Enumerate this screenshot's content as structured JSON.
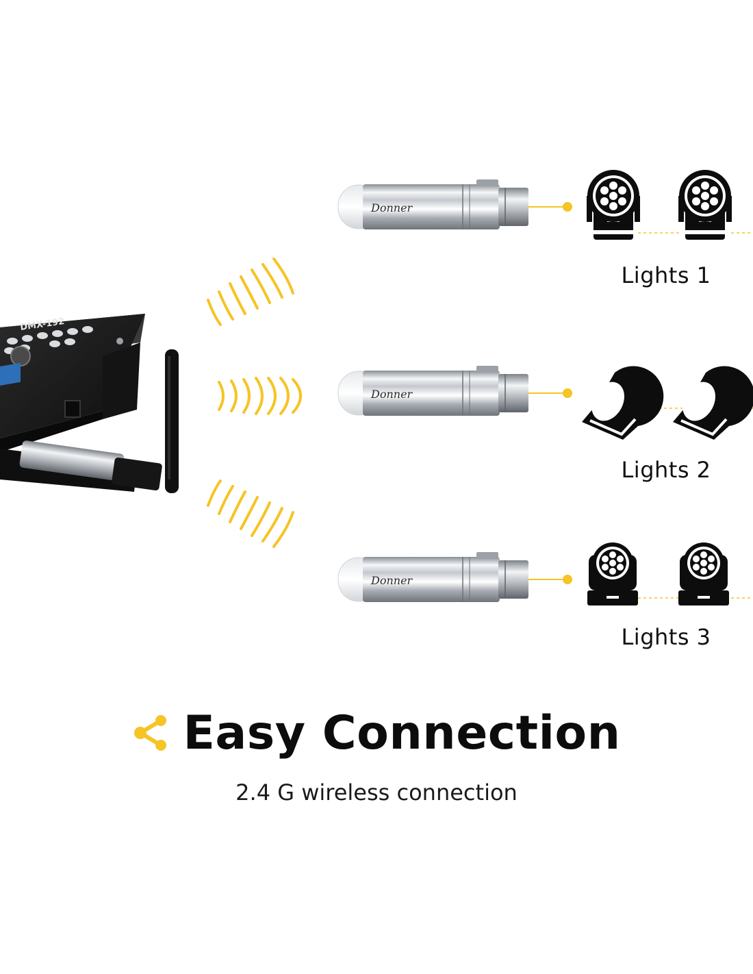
{
  "colors": {
    "accent": "#f5c425",
    "icon": "#0d0d0d",
    "chrome": "#bfc3c8",
    "console": "#1c1c1c",
    "console_screen": "#2d6fb8"
  },
  "controller": {
    "model_label": "DMX-192",
    "antenna_icon": "antenna-icon"
  },
  "receivers": [
    {
      "brand_label": "Donner"
    },
    {
      "brand_label": "Donner"
    },
    {
      "brand_label": "Donner"
    }
  ],
  "light_groups": [
    {
      "label": "Lights 1",
      "fixture_icon": "led-moving-head-icon"
    },
    {
      "label": "Lights 2",
      "fixture_icon": "par-can-icon"
    },
    {
      "label": "Lights 3",
      "fixture_icon": "wash-moving-head-icon"
    }
  ],
  "header": {
    "icon": "share-icon",
    "title": "Easy Connection"
  },
  "subtitle": "2.4 G wireless connection"
}
